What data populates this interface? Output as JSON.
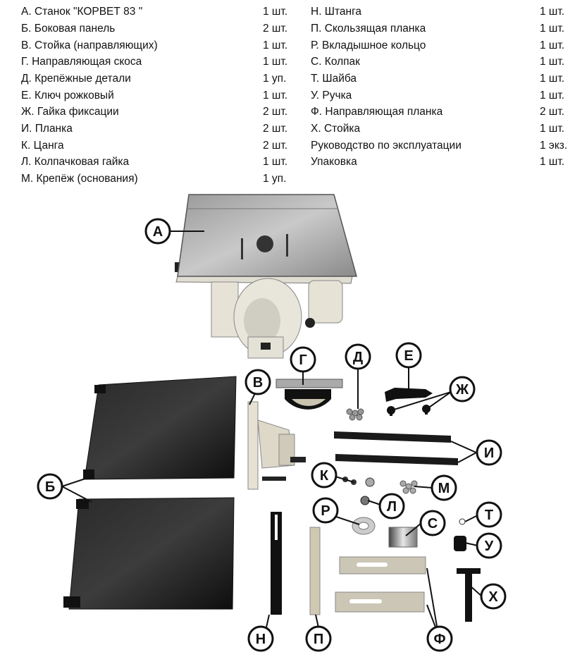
{
  "parts_left": [
    {
      "name": "А. Станок \"КОРВЕТ 83 \"",
      "qty": "1 шт."
    },
    {
      "name": "Б. Боковая панель",
      "qty": "2 шт."
    },
    {
      "name": "В. Стойка (направляющих)",
      "qty": "1 шт."
    },
    {
      "name": "Г. Направляющая скоса",
      "qty": "1 шт."
    },
    {
      "name": "Д. Крепёжные детали",
      "qty": "1 уп."
    },
    {
      "name": "Е. Ключ рожковый",
      "qty": "1 шт."
    },
    {
      "name": "Ж. Гайка фиксации",
      "qty": "2 шт."
    },
    {
      "name": "И. Планка",
      "qty": "2 шт."
    },
    {
      "name": "К. Цанга",
      "qty": "2 шт."
    },
    {
      "name": "Л. Колпачковая  гайка",
      "qty": "1 шт."
    },
    {
      "name": "М. Крепёж (основания)",
      "qty": "1 уп."
    }
  ],
  "parts_right": [
    {
      "name": "Н. Штанга",
      "qty": "1 шт."
    },
    {
      "name": "П. Скользящая планка",
      "qty": "1 шт."
    },
    {
      "name": "Р. Вкладышное кольцо",
      "qty": "1 шт."
    },
    {
      "name": "С. Колпак",
      "qty": "1 шт."
    },
    {
      "name": "Т. Шайба",
      "qty": "1 шт."
    },
    {
      "name": "У. Ручка",
      "qty": "1 шт."
    },
    {
      "name": "Ф. Направляющая планка",
      "qty": "2 шт."
    },
    {
      "name": "Х. Стойка",
      "qty": "1 шт."
    },
    {
      "name": "Руководство по эксплуатации",
      "qty": "1 экз."
    },
    {
      "name": "Упаковка",
      "qty": "1 шт."
    }
  ],
  "callouts": {
    "a": "А",
    "b": "Б",
    "v": "В",
    "g": "Г",
    "d": "Д",
    "e": "Е",
    "zh": "Ж",
    "i": "И",
    "k": "К",
    "l": "Л",
    "m": "М",
    "n": "Н",
    "p": "П",
    "r": "Р",
    "s": "С",
    "t": "Т",
    "u": "У",
    "f": "Ф",
    "kh": "Х"
  }
}
